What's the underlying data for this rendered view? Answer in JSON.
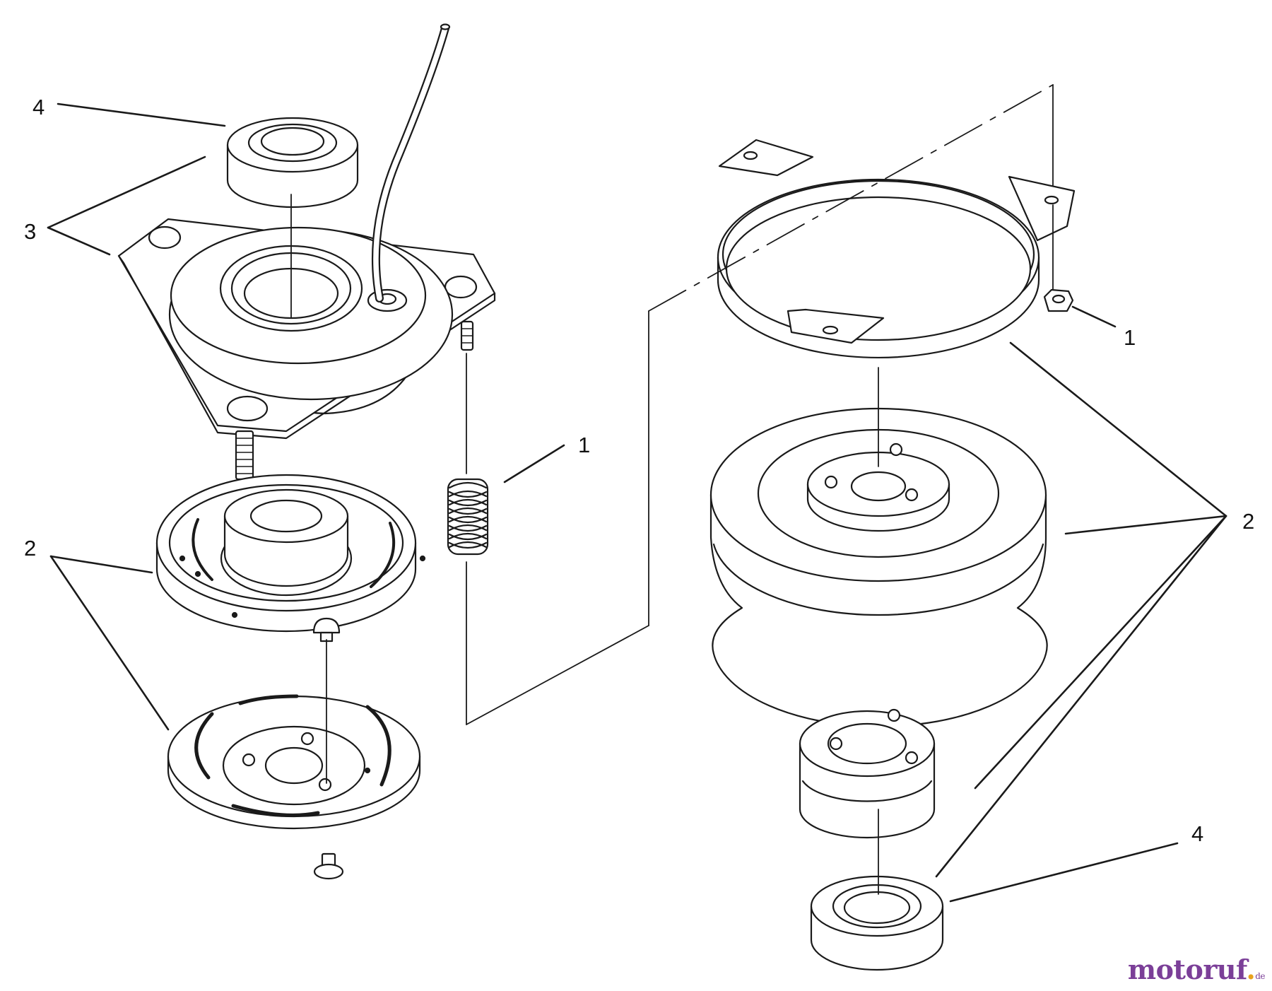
{
  "callouts": {
    "left_bearing": "4",
    "left_field_assembly": "3",
    "left_spring": "1",
    "left_rotor_armature": "2",
    "right_nut": "1",
    "right_rotor_pulley": "2",
    "right_bearing": "4"
  },
  "watermark": {
    "part1": "motoruf",
    "part2": ".",
    "part3": "de"
  },
  "colors": {
    "line": "#1a1a1a",
    "fill": "#ffffff"
  }
}
